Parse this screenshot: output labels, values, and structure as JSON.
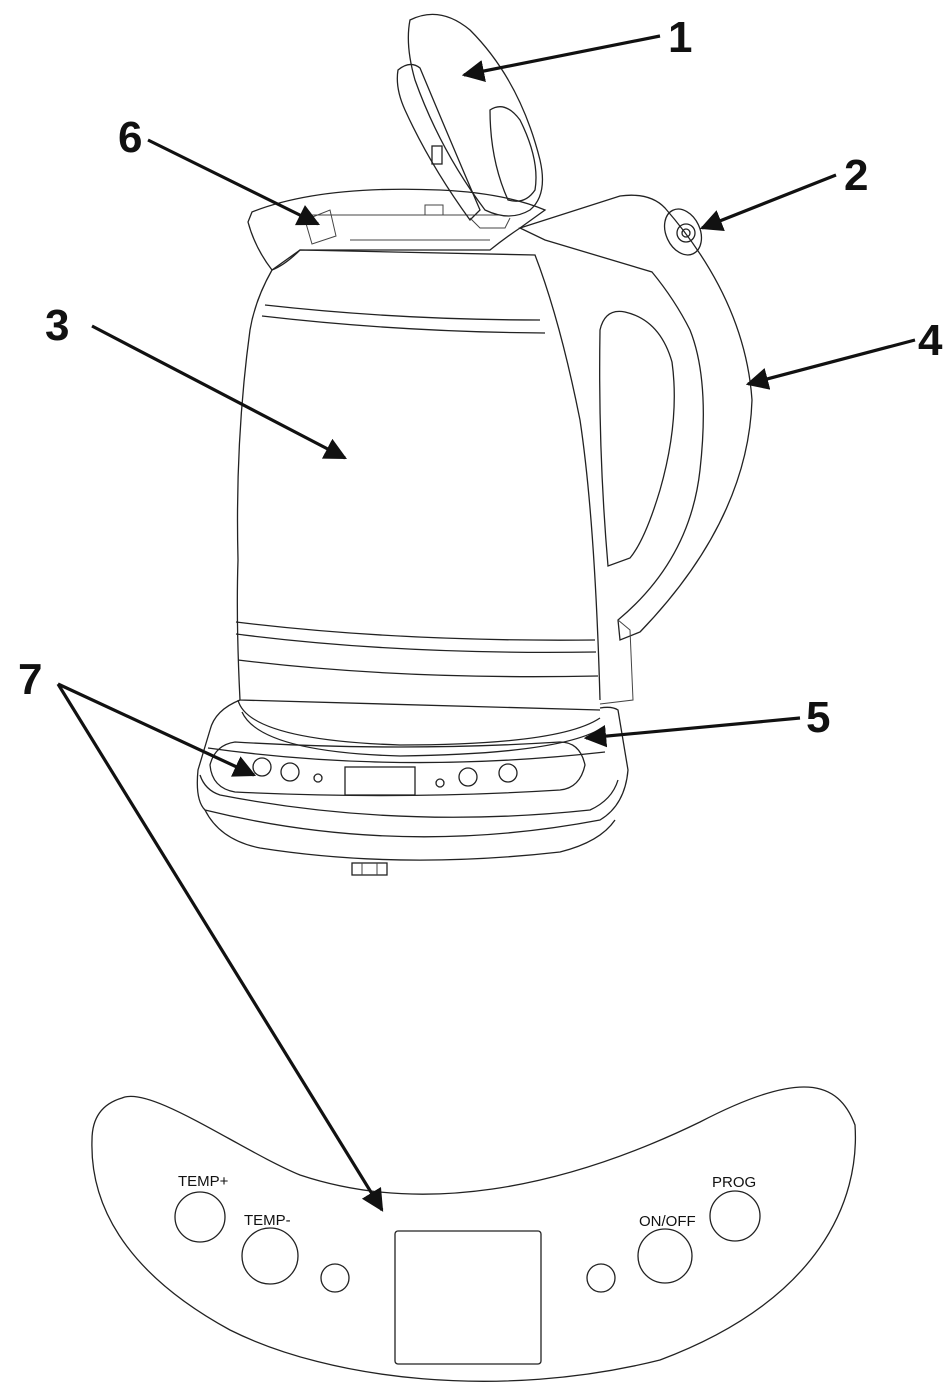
{
  "callouts": [
    "1",
    "2",
    "3",
    "4",
    "5",
    "6",
    "7"
  ],
  "panel_buttons": {
    "temp_plus": "TEMP+",
    "temp_minus": "TEMP-",
    "on_off": "ON/OFF",
    "prog": "PROG"
  },
  "colors": {
    "line": "#222222",
    "arrow": "#111111",
    "background": "#ffffff"
  }
}
